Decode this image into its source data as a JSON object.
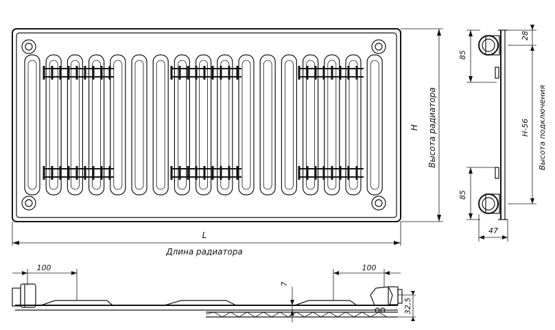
{
  "front_view": {
    "dim_length_symbol": "L",
    "dim_length_caption": "Длина радиатора",
    "dim_height_symbol": "H",
    "dim_height_caption": "Высота радиатора"
  },
  "side_view": {
    "dim_top_offset": "28",
    "dim_top_nipple": "85",
    "dim_bottom_nipple": "85",
    "dim_connection": "H-56",
    "dim_connection_caption": "Высота подключения",
    "dim_depth": "47"
  },
  "bottom_view": {
    "dim_left": "100",
    "dim_right": "100",
    "dim_gap": "7",
    "dim_offset": "32,5"
  }
}
